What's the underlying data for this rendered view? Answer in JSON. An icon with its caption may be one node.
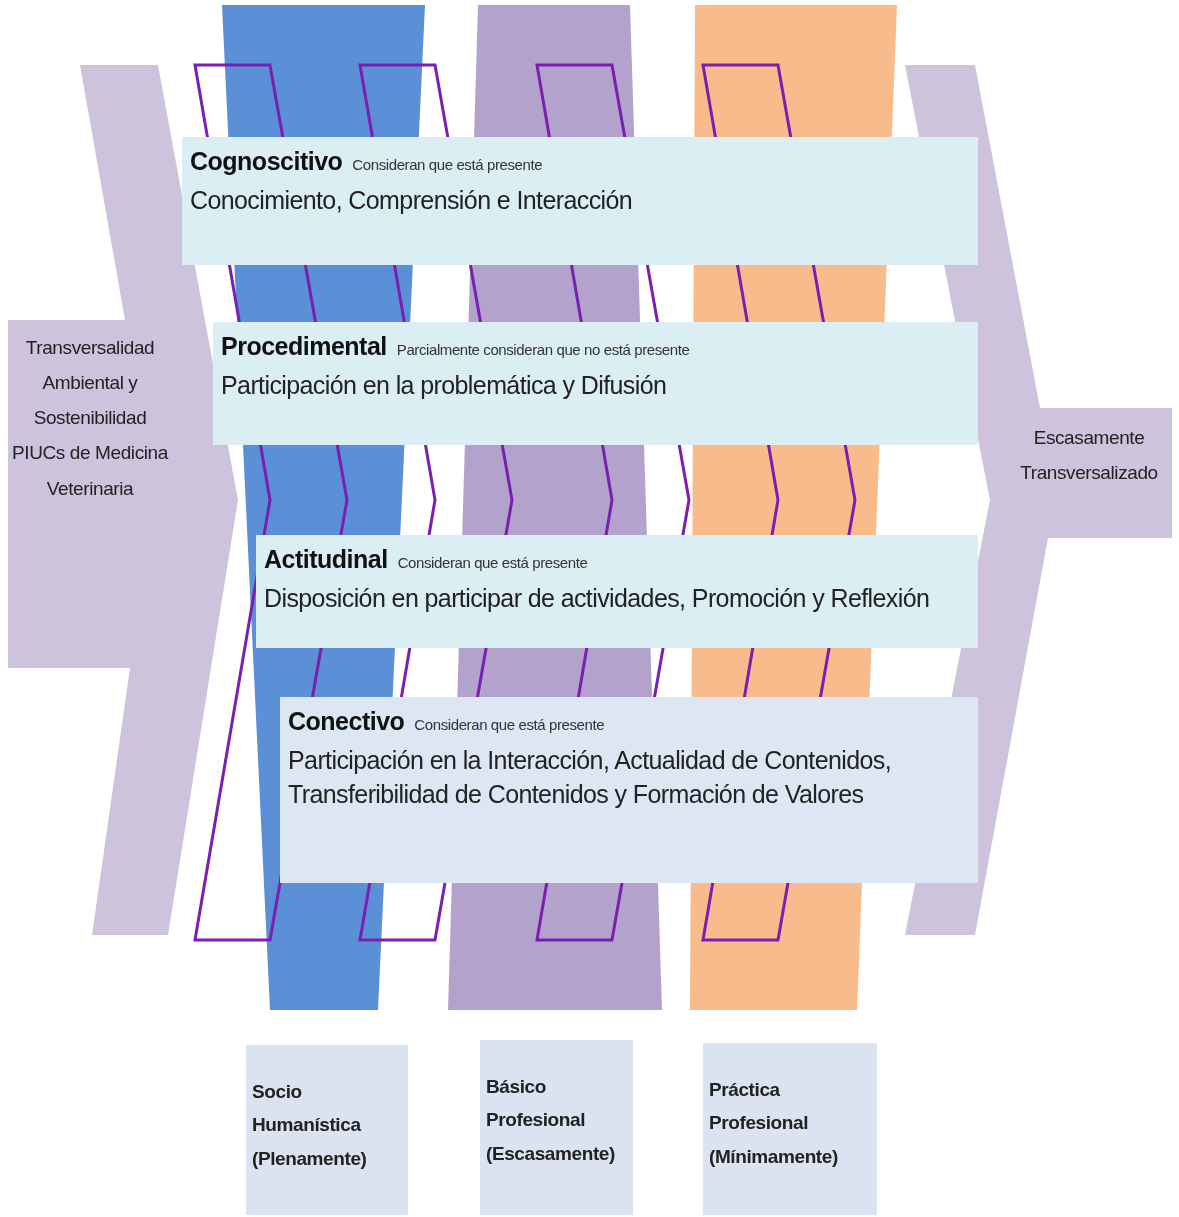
{
  "diagram": {
    "nodes": [
      {
        "text": [
          "Transversalidad Ambiental y Sostenibilidad PIUCs de Medicina Veterinaria"
        ]
      },
      {
        "text": [
          "Cognoscitivo",
          "Consideran que está presente",
          "Conocimiento, Comprensión e Interacción"
        ]
      },
      {
        "text": [
          "Procedimental",
          "Parcialmente consideran que no está presente",
          "Participación en la problemática  y Difusión"
        ]
      },
      {
        "text": [
          "Actitudinal",
          "Consideran que está presente",
          "Disposición en participar de actividades, Promoción y Reflexión"
        ]
      },
      {
        "text": [
          "Conectivo",
          "Consideran que está presente",
          "Participación en la Interacción, Actualidad de Contenidos, Transferibilidad de Contenidos y Formación de Valores"
        ]
      },
      {
        "text": [
          "Escasamente Transversalizado"
        ]
      },
      {
        "text": [
          "Socio Humanística (Plenamente)"
        ]
      },
      {
        "text": [
          "Básico Profesional (Escasamente)"
        ]
      },
      {
        "text": [
          "Práctica Profesional (Mínimamente)"
        ]
      }
    ]
  }
}
